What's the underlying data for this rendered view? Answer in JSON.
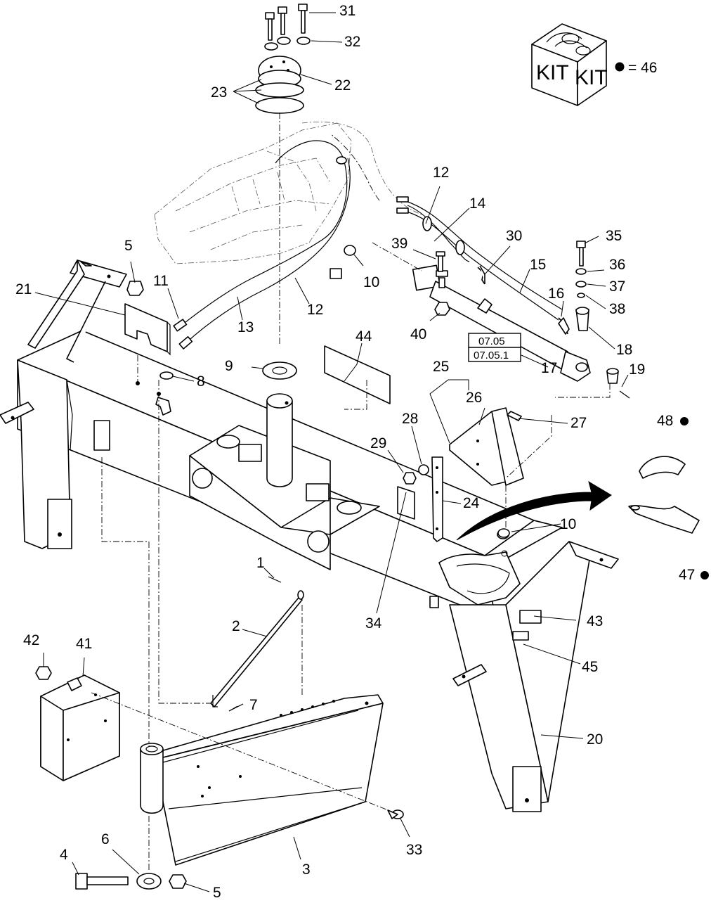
{
  "callouts": [
    {
      "id": "c1",
      "text": "1"
    },
    {
      "id": "c2",
      "text": "2"
    },
    {
      "id": "c3",
      "text": "3"
    },
    {
      "id": "c4",
      "text": "4"
    },
    {
      "id": "c5a",
      "text": "5"
    },
    {
      "id": "c5b",
      "text": "5"
    },
    {
      "id": "c6",
      "text": "6"
    },
    {
      "id": "c7",
      "text": "7"
    },
    {
      "id": "c8",
      "text": "8"
    },
    {
      "id": "c9",
      "text": "9"
    },
    {
      "id": "c10a",
      "text": "10"
    },
    {
      "id": "c10b",
      "text": "10"
    },
    {
      "id": "c11",
      "text": "11"
    },
    {
      "id": "c12a",
      "text": "12"
    },
    {
      "id": "c12b",
      "text": "12"
    },
    {
      "id": "c13",
      "text": "13"
    },
    {
      "id": "c14",
      "text": "14"
    },
    {
      "id": "c15",
      "text": "15"
    },
    {
      "id": "c16",
      "text": "16"
    },
    {
      "id": "c17",
      "text": "17"
    },
    {
      "id": "c18",
      "text": "18"
    },
    {
      "id": "c19",
      "text": "19"
    },
    {
      "id": "c20",
      "text": "20"
    },
    {
      "id": "c21",
      "text": "21"
    },
    {
      "id": "c22",
      "text": "22"
    },
    {
      "id": "c23",
      "text": "23"
    },
    {
      "id": "c24",
      "text": "24"
    },
    {
      "id": "c25",
      "text": "25"
    },
    {
      "id": "c26",
      "text": "26"
    },
    {
      "id": "c27",
      "text": "27"
    },
    {
      "id": "c28",
      "text": "28"
    },
    {
      "id": "c29",
      "text": "29"
    },
    {
      "id": "c30",
      "text": "30"
    },
    {
      "id": "c31",
      "text": "31"
    },
    {
      "id": "c32",
      "text": "32"
    },
    {
      "id": "c33",
      "text": "33"
    },
    {
      "id": "c34",
      "text": "34"
    },
    {
      "id": "c35",
      "text": "35"
    },
    {
      "id": "c36",
      "text": "36"
    },
    {
      "id": "c37",
      "text": "37"
    },
    {
      "id": "c38",
      "text": "38"
    },
    {
      "id": "c39",
      "text": "39"
    },
    {
      "id": "c40",
      "text": "40"
    },
    {
      "id": "c41",
      "text": "41"
    },
    {
      "id": "c42",
      "text": "42"
    },
    {
      "id": "c43",
      "text": "43"
    },
    {
      "id": "c44",
      "text": "44"
    },
    {
      "id": "c45",
      "text": "45"
    },
    {
      "id": "c47",
      "text": "47"
    },
    {
      "id": "c48",
      "text": "48"
    }
  ],
  "reference_box": {
    "top": "07.05",
    "bottom": "07.05.1"
  },
  "kit": {
    "label_left": "KIT",
    "label_right": "KIT",
    "legend": "= 46"
  }
}
